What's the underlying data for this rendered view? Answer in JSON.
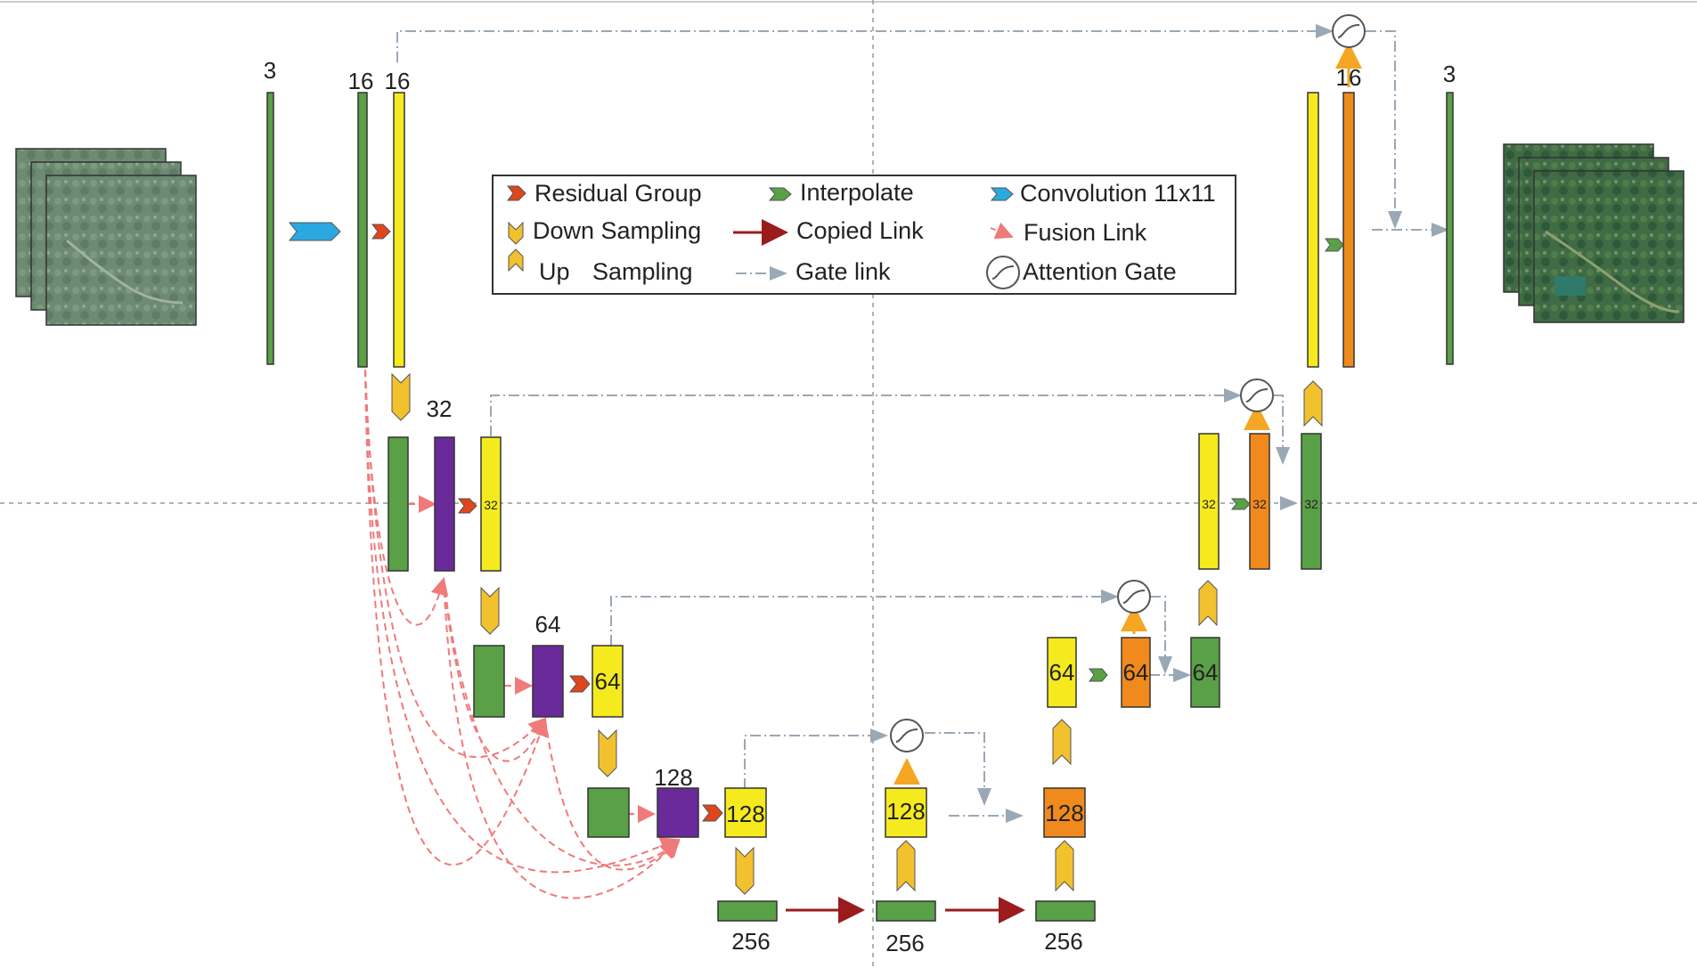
{
  "legend": {
    "residual_group": "Residual Group",
    "down_sampling": "Down Sampling",
    "up_sampling_a": "Up",
    "up_sampling_b": "Sampling",
    "interpolate": "Interpolate",
    "copied_link": "Copied Link",
    "gate_link": "Gate link",
    "convolution": "Convolution 11x11",
    "fusion_link": "Fusion Link",
    "attention_gate": "Attention Gate"
  },
  "labels": {
    "enc_in": "3",
    "enc_16a": "16",
    "enc_16b": "16",
    "enc_32": "32",
    "enc_32_bar": "32",
    "enc_64": "64",
    "enc_64_bar": "64",
    "enc_128": "128",
    "enc_128_bar": "128",
    "bottom_256_1": "256",
    "bottom_256_2": "256",
    "bottom_256_3": "256",
    "dec_128a": "128",
    "dec_128b": "128",
    "dec_64a": "64",
    "dec_64b": "64",
    "dec_64c": "64",
    "dec_32a": "32",
    "dec_32b": "32",
    "dec_32c": "32",
    "dec_16": "16",
    "dec_out": "3"
  },
  "colors": {
    "green": "#5aa046",
    "yellow": "#f5ea1e",
    "purple": "#6a2a9a",
    "orange": "#f08a1c",
    "chevron_yellow": "#f2c12e",
    "copied_link": "#9b1c1c",
    "fusion_link": "#f07a7a",
    "gate_link": "#9aa8b5",
    "conv_blue": "#2aa9e0",
    "residual_red": "#e0451c"
  }
}
